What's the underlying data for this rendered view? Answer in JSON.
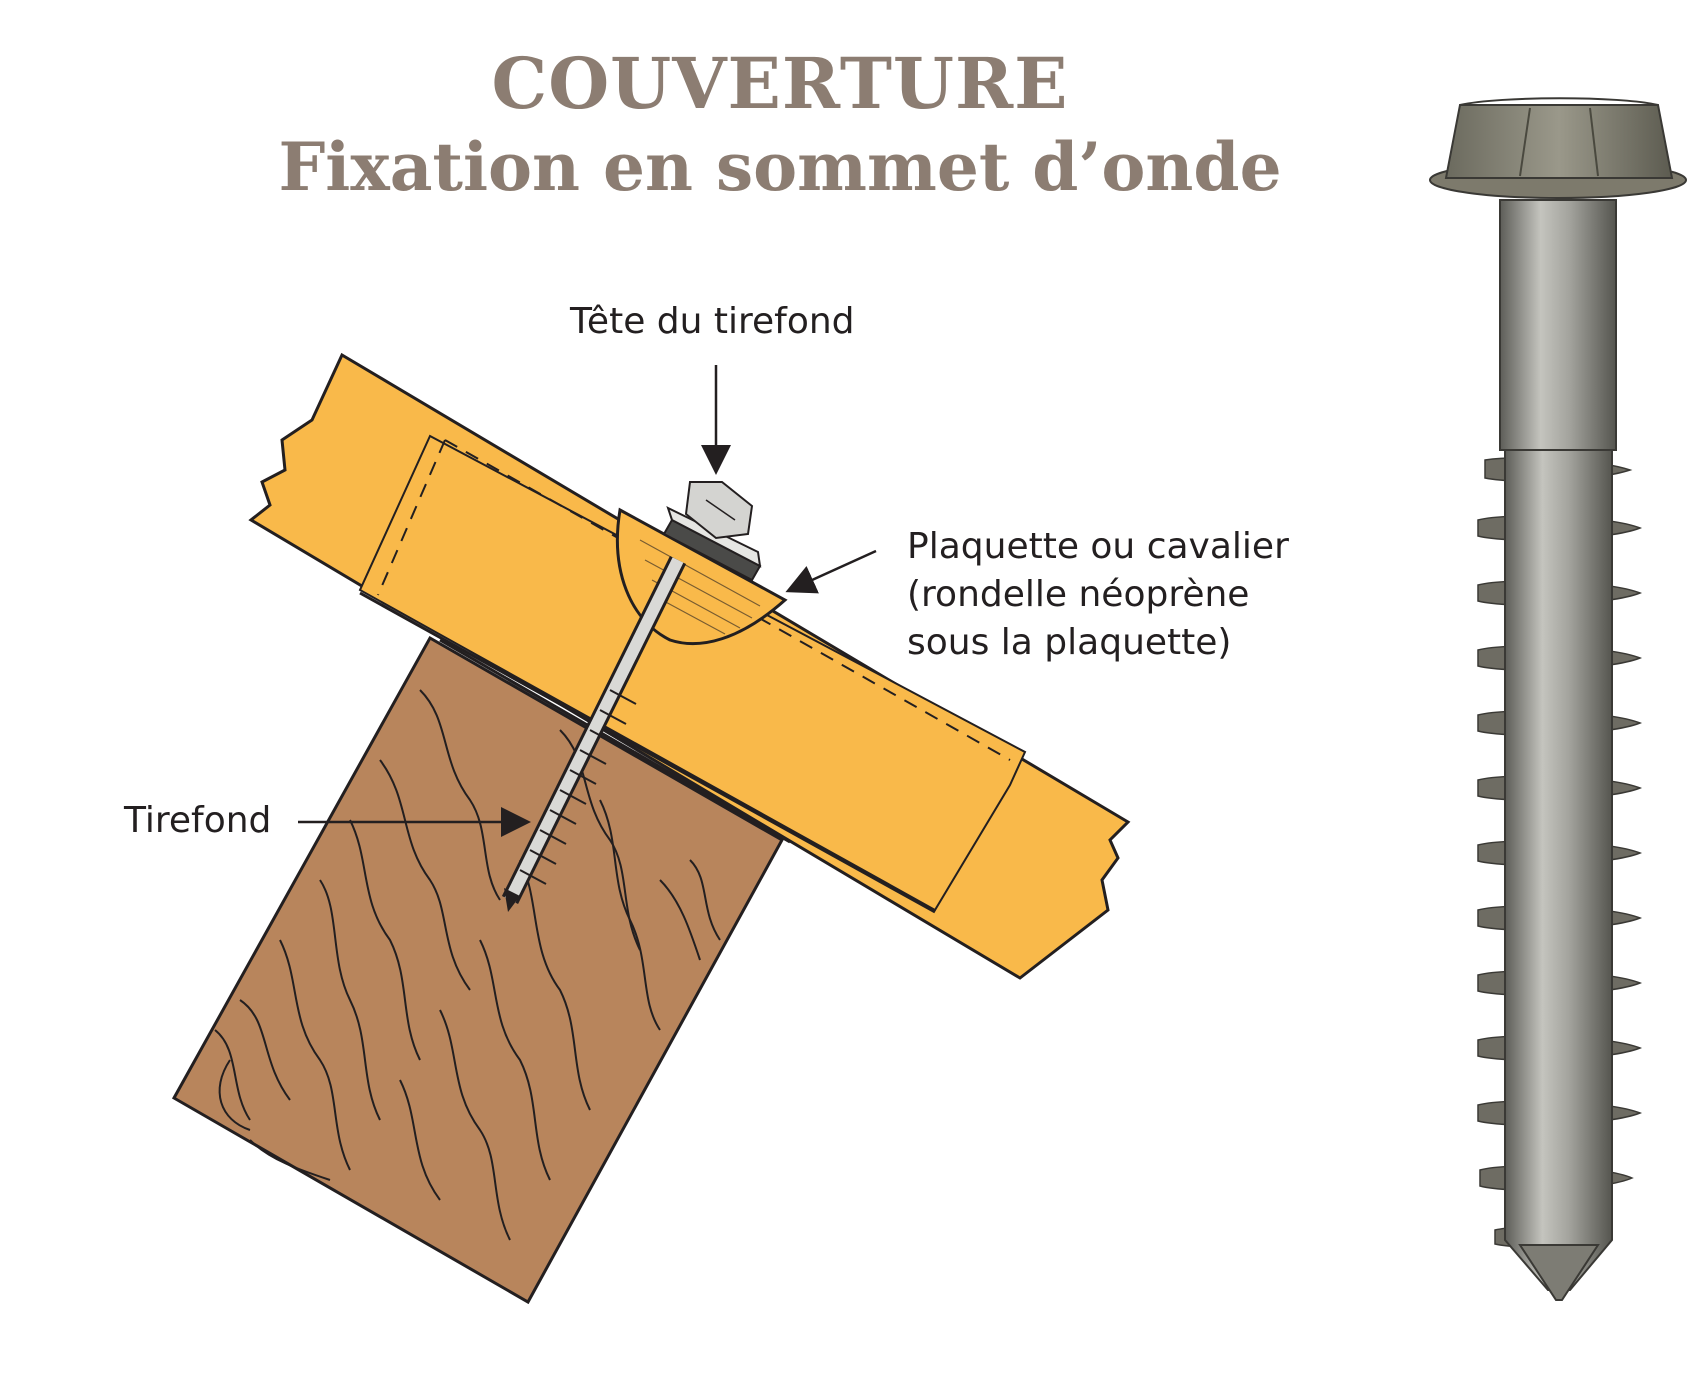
{
  "title": {
    "line1": "COUVERTURE",
    "line2": "Fixation en sommet d’onde"
  },
  "labels": {
    "head": "Tête du tirefond",
    "plaquette_line1": "Plaquette ou cavalier",
    "plaquette_line2": "(rondelle néoprène",
    "plaquette_line3": "sous la plaquette)",
    "tirefond": "Tirefond"
  },
  "colors": {
    "title": "#8c7d72",
    "roof_sheet": "#f9b94a",
    "wood_beam": "#b8855c",
    "outline": "#231f20",
    "screw_metal": "#8f8f8a"
  }
}
